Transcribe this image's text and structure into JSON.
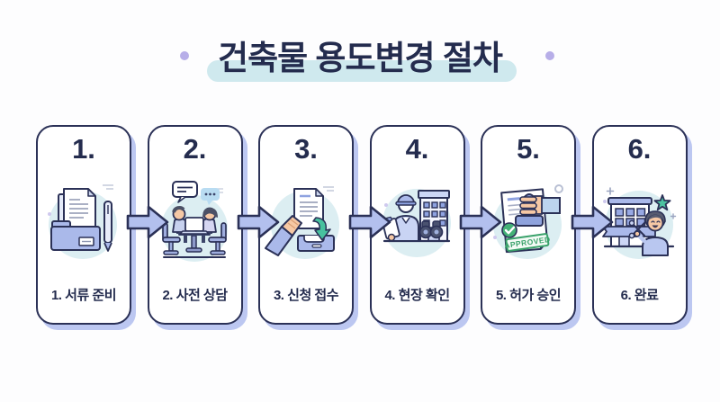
{
  "title": {
    "text": "건축물 용도변경 절차"
  },
  "steps": [
    {
      "number": "1.",
      "label": "1. 서류 준비",
      "icon": "documents-folder-pen-icon"
    },
    {
      "number": "2.",
      "label": "2. 사전 상담",
      "icon": "consultation-meeting-icon"
    },
    {
      "number": "3.",
      "label": "3. 신청 접수",
      "icon": "application-inbox-icon"
    },
    {
      "number": "4.",
      "label": "4. 현장 확인",
      "icon": "site-inspector-icon"
    },
    {
      "number": "5.",
      "label": "5. 허가 승인",
      "icon": "approval-stamp-icon",
      "stamp_text": "APPROVED"
    },
    {
      "number": "6.",
      "label": "6. 완료",
      "icon": "ribbon-cutting-icon"
    }
  ],
  "colors": {
    "navy_outline": "#2b3157",
    "text_navy": "#242c4e",
    "periwinkle": "#aab9ea",
    "card_shadow": "#bcc7f1",
    "arrow_fill": "#b3c0ee",
    "icon_circle_teal": "#dceef2",
    "title_highlight": "#cfe9ee",
    "title_dot_purple": "#b7aee8",
    "approved_green": "#3aa26b",
    "check_green": "#43b176",
    "star_teal": "#4cc3a1",
    "skin": "#f6c8a4",
    "background": "#fdfdfe"
  }
}
